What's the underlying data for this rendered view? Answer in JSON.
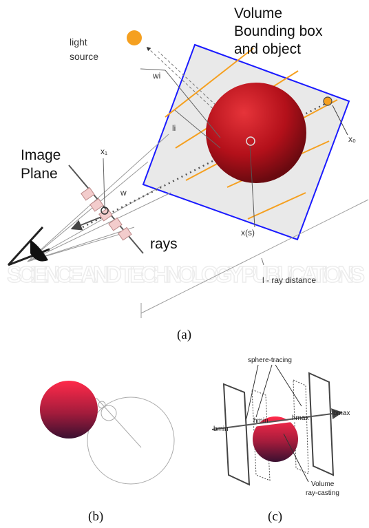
{
  "panel_a": {
    "title_lines": [
      "Volume",
      "Bounding box",
      "and object"
    ],
    "light_source_lines": [
      "light",
      "source"
    ],
    "image_plane_lines": [
      "Image",
      "Plane"
    ],
    "rays": "rays",
    "wi": "wi",
    "li": "li",
    "x1": "x₁",
    "w": "w",
    "x0": "x₀",
    "xs": "x(s)",
    "ray_distance": "l - ray distance",
    "caption": "(a)"
  },
  "panel_b": {
    "caption": "(b)"
  },
  "panel_c": {
    "sphere_tracing": "sphere-tracing",
    "bmin_outer": "bmin",
    "hmin": "hmin",
    "hmax": "hmax",
    "bmax_outer": "bmax",
    "volume_lines": [
      "Volume",
      "ray-casting"
    ],
    "caption": "(c)"
  },
  "colors": {
    "bbox_edge": "#1a1aff",
    "rays_orange": "#f5a020",
    "sphere_red": "#c8141e",
    "light_source": "#f5a020"
  },
  "watermark": {
    "words": [
      "SCIENCE AND TECHNOLOGY PUBLICATIONS"
    ]
  }
}
